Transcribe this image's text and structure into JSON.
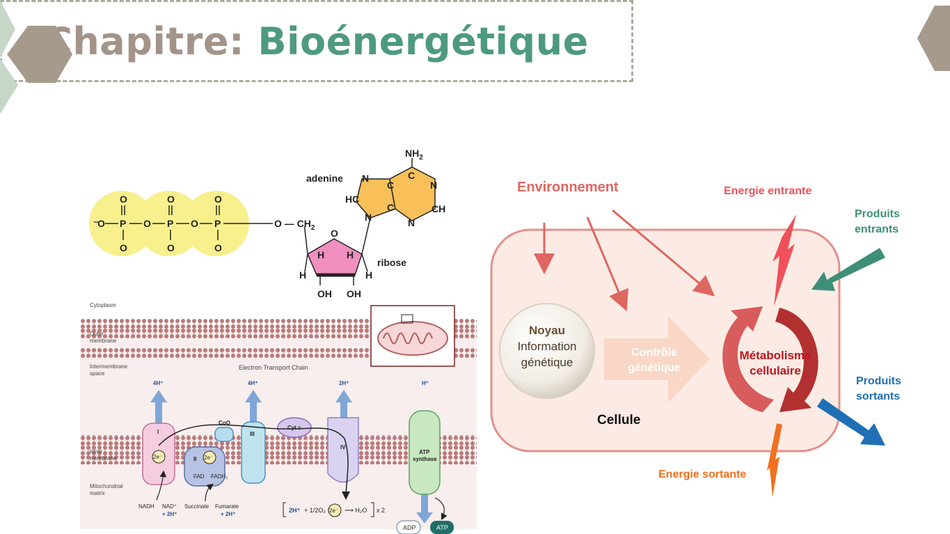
{
  "title": {
    "prefix": "Chapitre: ",
    "main": "Bioénergétique"
  },
  "colors": {
    "hex_taupe": "#a69a8c",
    "hex_sage": "#c6d7ca",
    "title_grey": "#a39388",
    "title_green": "#4e9a80"
  },
  "atp": {
    "adenine": "adenine",
    "ribose": "ribose",
    "nh2": "NH",
    "nh2_sub": "2",
    "ch2": "O — CH",
    "ch2_sub": "2",
    "phosphate_o": "O",
    "phosphate_p": "P",
    "phosphate_ominus": "O",
    "bridge_o": "O",
    "h": "H",
    "oh": "OH",
    "ring_n": "N",
    "ring_c": "C",
    "ring_hc": "HC",
    "ring_ch": "CH"
  },
  "etc": {
    "cytoplasm": "Cytoplasm",
    "outer_membrane": [
      "Outer",
      "membrane"
    ],
    "intermembrane": [
      "Intermembrane",
      "space"
    ],
    "chain_title": "Electron Transport Chain",
    "inner_membrane": [
      "Inner",
      "membrane"
    ],
    "matrix": [
      "Mitochondrial",
      "matrix"
    ],
    "complexes": [
      "I",
      "II",
      "III",
      "IV"
    ],
    "coq": "CoQ",
    "cytc": "Cyt c",
    "atp_synthase": [
      "ATP",
      "synthase"
    ],
    "protons": [
      "4H⁺",
      "4H⁺",
      "2H⁺",
      "H⁺"
    ],
    "electron": "2e⁻",
    "fad": "FAD",
    "fadh2": "FADH₂",
    "nadh": "NADH",
    "nad": [
      "NAD⁺",
      "+ 2H⁺"
    ],
    "succinate": "Succinate",
    "fumarate": [
      "Fumarate",
      "+ 2H⁺"
    ],
    "water_eq": [
      "2H⁺",
      "+ 1/2O₂ +",
      "2e⁻",
      "⟶ H₂O",
      "x 2"
    ],
    "adp": "ADP",
    "atp": "ATP"
  },
  "metab": {
    "environnement": "Environnement",
    "energie_entrante": "Energie entrante",
    "produits_entrants": [
      "Produits",
      "entrants"
    ],
    "noyau": "Noyau",
    "information": [
      "Information",
      "génétique"
    ],
    "controle": [
      "Contrôle",
      "génétique"
    ],
    "metabolisme": [
      "Métabolisme",
      "cellulaire"
    ],
    "cellule": "Cellule",
    "produits_sortants": [
      "Produits",
      "sortants"
    ],
    "energie_sortante": "Energie sortante",
    "colors": {
      "env": "#e06660",
      "energy_in": "#f0505a",
      "prod_in": "#3e8f78",
      "prod_out": "#1f6fb5",
      "energy_out": "#f07020",
      "metab": "#c0141c"
    }
  }
}
